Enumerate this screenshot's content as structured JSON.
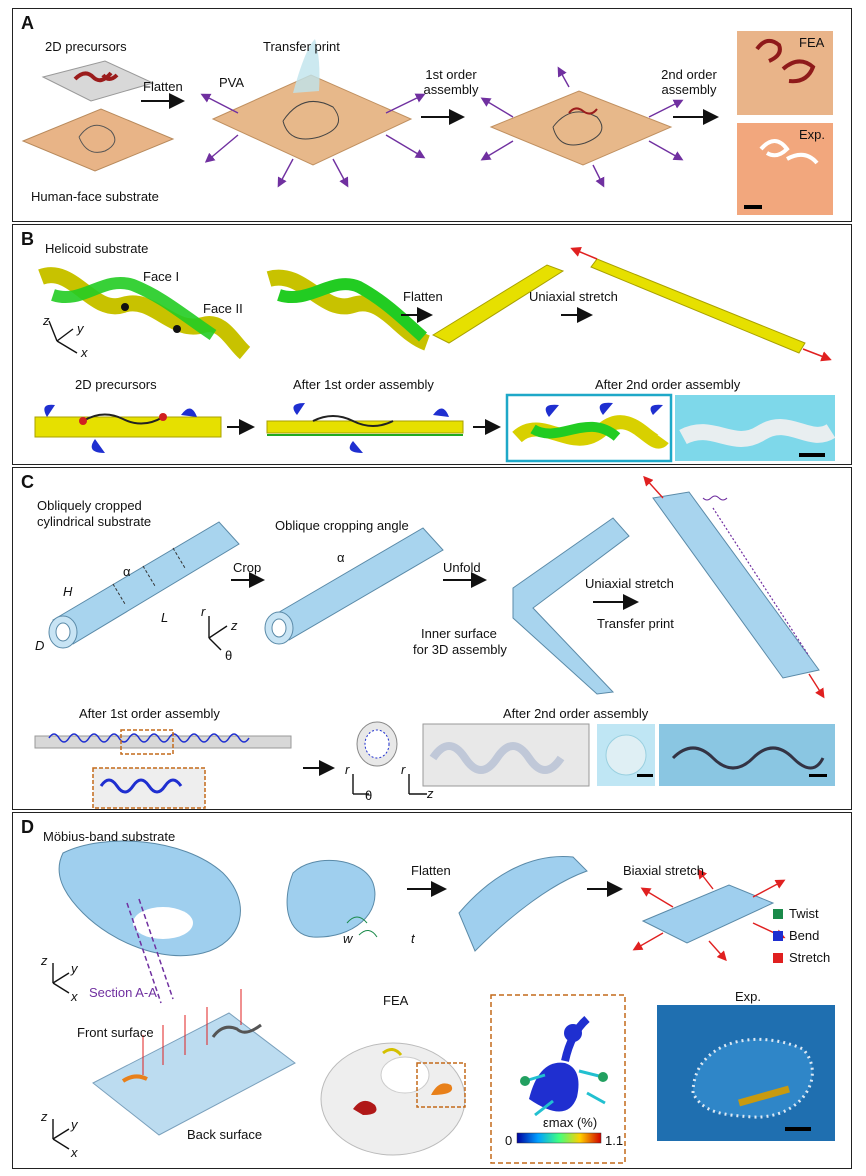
{
  "panelA": {
    "letter": "A",
    "precursors": "2D precursors",
    "flatten": "Flatten",
    "transfer": "Transfer print",
    "pva": "PVA",
    "first_order": "1st order assembly",
    "second_order": "2nd order assembly",
    "face_substrate": "Human-face substrate",
    "fea": "FEA",
    "exp": "Exp."
  },
  "panelB": {
    "letter": "B",
    "title": "Helicoid substrate",
    "face1": "Face I",
    "face2": "Face II",
    "flatten": "Flatten",
    "stretch": "Uniaxial stretch",
    "axis_z": "z",
    "axis_y": "y",
    "axis_x": "x",
    "precursors": "2D precursors",
    "after_first": "After 1st order assembly",
    "after_second": "After 2nd order assembly"
  },
  "panelC": {
    "letter": "C",
    "title_line1": "Obliquely cropped",
    "title_line2": "cylindrical substrate",
    "alpha": "α",
    "H": "H",
    "L": "L",
    "D": "D",
    "crop": "Crop",
    "crop_angle": "Oblique cropping angle",
    "unfold": "Unfold",
    "inner_line1": "Inner surface",
    "inner_line2": "for 3D assembly",
    "stretch": "Uniaxial stretch",
    "transfer": "Transfer print",
    "axis_r": "r",
    "axis_z": "z",
    "axis_theta": "θ",
    "after_first": "After 1st order assembly",
    "after_second": "After 2nd order assembly"
  },
  "panelD": {
    "letter": "D",
    "title": "Möbius-band substrate",
    "flatten": "Flatten",
    "biaxial": "Biaxial stretch",
    "legend": [
      {
        "label": "Twist",
        "color": "#1a8a4a"
      },
      {
        "label": "Bend",
        "color": "#1f2fd0"
      },
      {
        "label": "Stretch",
        "color": "#e02020"
      }
    ],
    "section": "Section A-A",
    "w": "w",
    "t": "t",
    "axis_z": "z",
    "axis_y": "y",
    "axis_x": "x",
    "front": "Front surface",
    "back": "Back surface",
    "fea": "FEA",
    "exp": "Exp.",
    "emax": "εmax (%)",
    "cb_min": "0",
    "cb_max": "1.1"
  }
}
